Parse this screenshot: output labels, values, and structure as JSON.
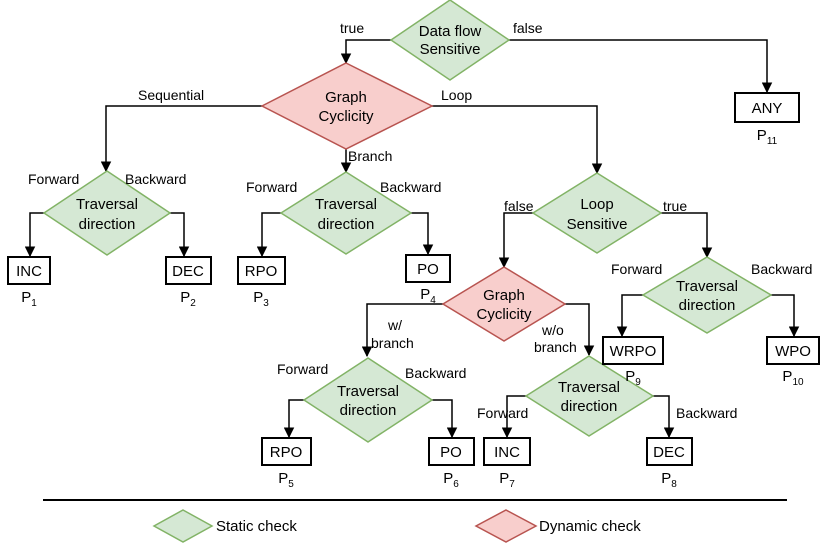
{
  "colors": {
    "static_fill": "#d5e8d4",
    "static_stroke": "#82b366",
    "dynamic_fill": "#f8cecc",
    "dynamic_stroke": "#b85450",
    "line": "#000000"
  },
  "diamonds": [
    {
      "id": "d-dataflow",
      "lines": [
        "Data flow",
        "Sensitive"
      ],
      "kind": "static"
    },
    {
      "id": "d-graph-top",
      "lines": [
        "Graph",
        "Cyclicity"
      ],
      "kind": "dynamic"
    },
    {
      "id": "d-trav-seq",
      "lines": [
        "Traversal",
        "direction"
      ],
      "kind": "static"
    },
    {
      "id": "d-trav-branch",
      "lines": [
        "Traversal",
        "direction"
      ],
      "kind": "static"
    },
    {
      "id": "d-loop",
      "lines": [
        "Loop",
        "Sensitive"
      ],
      "kind": "static"
    },
    {
      "id": "d-graph-mid",
      "lines": [
        "Graph",
        "Cyclicity"
      ],
      "kind": "dynamic"
    },
    {
      "id": "d-trav-loop",
      "lines": [
        "Traversal",
        "direction"
      ],
      "kind": "static"
    },
    {
      "id": "d-trav-wbranch",
      "lines": [
        "Traversal",
        "direction"
      ],
      "kind": "static"
    },
    {
      "id": "d-trav-wobranch",
      "lines": [
        "Traversal",
        "direction"
      ],
      "kind": "static"
    }
  ],
  "boxes": [
    {
      "id": "b-any",
      "label": "ANY",
      "p": "P",
      "sub": "11"
    },
    {
      "id": "b-inc1",
      "label": "INC",
      "p": "P",
      "sub": "1"
    },
    {
      "id": "b-dec2",
      "label": "DEC",
      "p": "P",
      "sub": "2"
    },
    {
      "id": "b-rpo3",
      "label": "RPO",
      "p": "P",
      "sub": "3"
    },
    {
      "id": "b-po4",
      "label": "PO",
      "p": "P",
      "sub": "4"
    },
    {
      "id": "b-wrpo9",
      "label": "WRPO",
      "p": "P",
      "sub": "9"
    },
    {
      "id": "b-wpo10",
      "label": "WPO",
      "p": "P",
      "sub": "10"
    },
    {
      "id": "b-rpo5",
      "label": "RPO",
      "p": "P",
      "sub": "5"
    },
    {
      "id": "b-po6",
      "label": "PO",
      "p": "P",
      "sub": "6"
    },
    {
      "id": "b-inc7",
      "label": "INC",
      "p": "P",
      "sub": "7"
    },
    {
      "id": "b-dec8",
      "label": "DEC",
      "p": "P",
      "sub": "8"
    }
  ],
  "edge_labels": [
    {
      "id": "l-true-1",
      "text": "true"
    },
    {
      "id": "l-false-1",
      "text": "false"
    },
    {
      "id": "l-sequential",
      "text": "Sequential"
    },
    {
      "id": "l-loop",
      "text": "Loop"
    },
    {
      "id": "l-branch",
      "text": "Branch"
    },
    {
      "id": "l-fwd-seq",
      "text": "Forward"
    },
    {
      "id": "l-bwd-seq",
      "text": "Backward"
    },
    {
      "id": "l-fwd-branch",
      "text": "Forward"
    },
    {
      "id": "l-bwd-branch",
      "text": "Backward"
    },
    {
      "id": "l-false-2",
      "text": "false"
    },
    {
      "id": "l-true-2",
      "text": "true"
    },
    {
      "id": "l-fwd-loop",
      "text": "Forward"
    },
    {
      "id": "l-bwd-loop",
      "text": "Backward"
    },
    {
      "id": "l-wbranch-1",
      "text": "w/"
    },
    {
      "id": "l-wbranch-2",
      "text": "branch"
    },
    {
      "id": "l-wobranch-1",
      "text": "w/o"
    },
    {
      "id": "l-wobranch-2",
      "text": "branch"
    },
    {
      "id": "l-fwd-wbranch",
      "text": "Forward"
    },
    {
      "id": "l-bwd-wbranch",
      "text": "Backward"
    },
    {
      "id": "l-fwd-wobranch",
      "text": "Forward"
    },
    {
      "id": "l-bwd-wobranch",
      "text": "Backward"
    }
  ],
  "legend": {
    "static_label": "Static check",
    "dynamic_label": "Dynamic check"
  }
}
